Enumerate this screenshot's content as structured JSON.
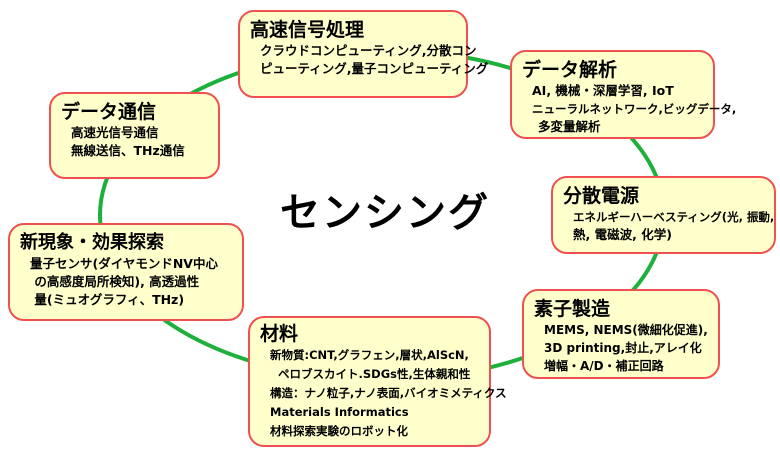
{
  "center_title": "センシング",
  "colors": {
    "ring": "#1db03a",
    "box_fill": "#ffffcc",
    "box_border": "#f05050"
  },
  "nodes": {
    "signal": {
      "title": "高速信号処理",
      "lines": [
        "クラウドコンピューティング,分散コン",
        "ピューティング,量子コンピューティング"
      ]
    },
    "analysis": {
      "title": "データ解析",
      "lines": [
        "AI, 機械・深層学習, IoT",
        "ニューラルネットワーク,ビッグデータ,",
        " 多変量解析"
      ]
    },
    "power": {
      "title": "分散電源",
      "lines": [
        "エネルギーハーベスティング(光, 振動,",
        "熱, 電磁波, 化学)"
      ]
    },
    "device": {
      "title": "素子製造",
      "lines": [
        "MEMS, NEMS(微細化促進),",
        "3D printing,封止,アレイ化",
        "増幅・A/D・補正回路"
      ]
    },
    "material": {
      "title": "材料",
      "lines": [
        "新物質:CNT,グラフェン,層状,AlScN,",
        "  ペロブスカイト.SDGs性,生体親和性",
        "構造：ナノ粒子,ナノ表面,バイオミメティクス",
        "Materials Informatics",
        "材料探索実験のロボット化"
      ]
    },
    "phenomena": {
      "title": "新現象・効果探索",
      "lines": [
        "量子センサ(ダイヤモンドNV中心",
        " の高感度局所検知), 高透過性",
        " 量(ミュオグラフィ、THz)"
      ]
    },
    "comm": {
      "title": "データ通信",
      "lines": [
        "高速光信号通信",
        "無線送信、THz通信"
      ]
    }
  }
}
